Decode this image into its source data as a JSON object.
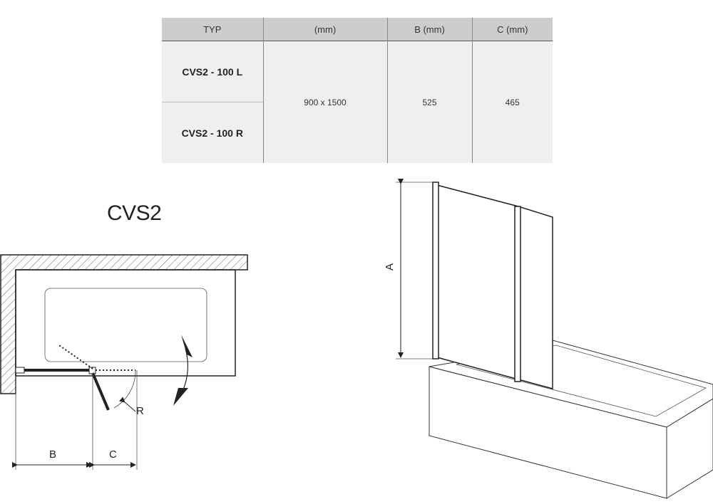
{
  "table": {
    "headers": [
      "TYP",
      "(mm)",
      "B (mm)",
      "C (mm)"
    ],
    "models": [
      "CVS2 - 100 L",
      "CVS2 - 100 R"
    ],
    "size": "900 x 1500",
    "b": "525",
    "c": "465"
  },
  "title": "CVS2",
  "labels": {
    "a": "A",
    "b": "B",
    "c": "C",
    "r": "R"
  },
  "colors": {
    "header_bg": "#cdcdcd",
    "row_bg": "#efefef",
    "line": "#222222"
  }
}
